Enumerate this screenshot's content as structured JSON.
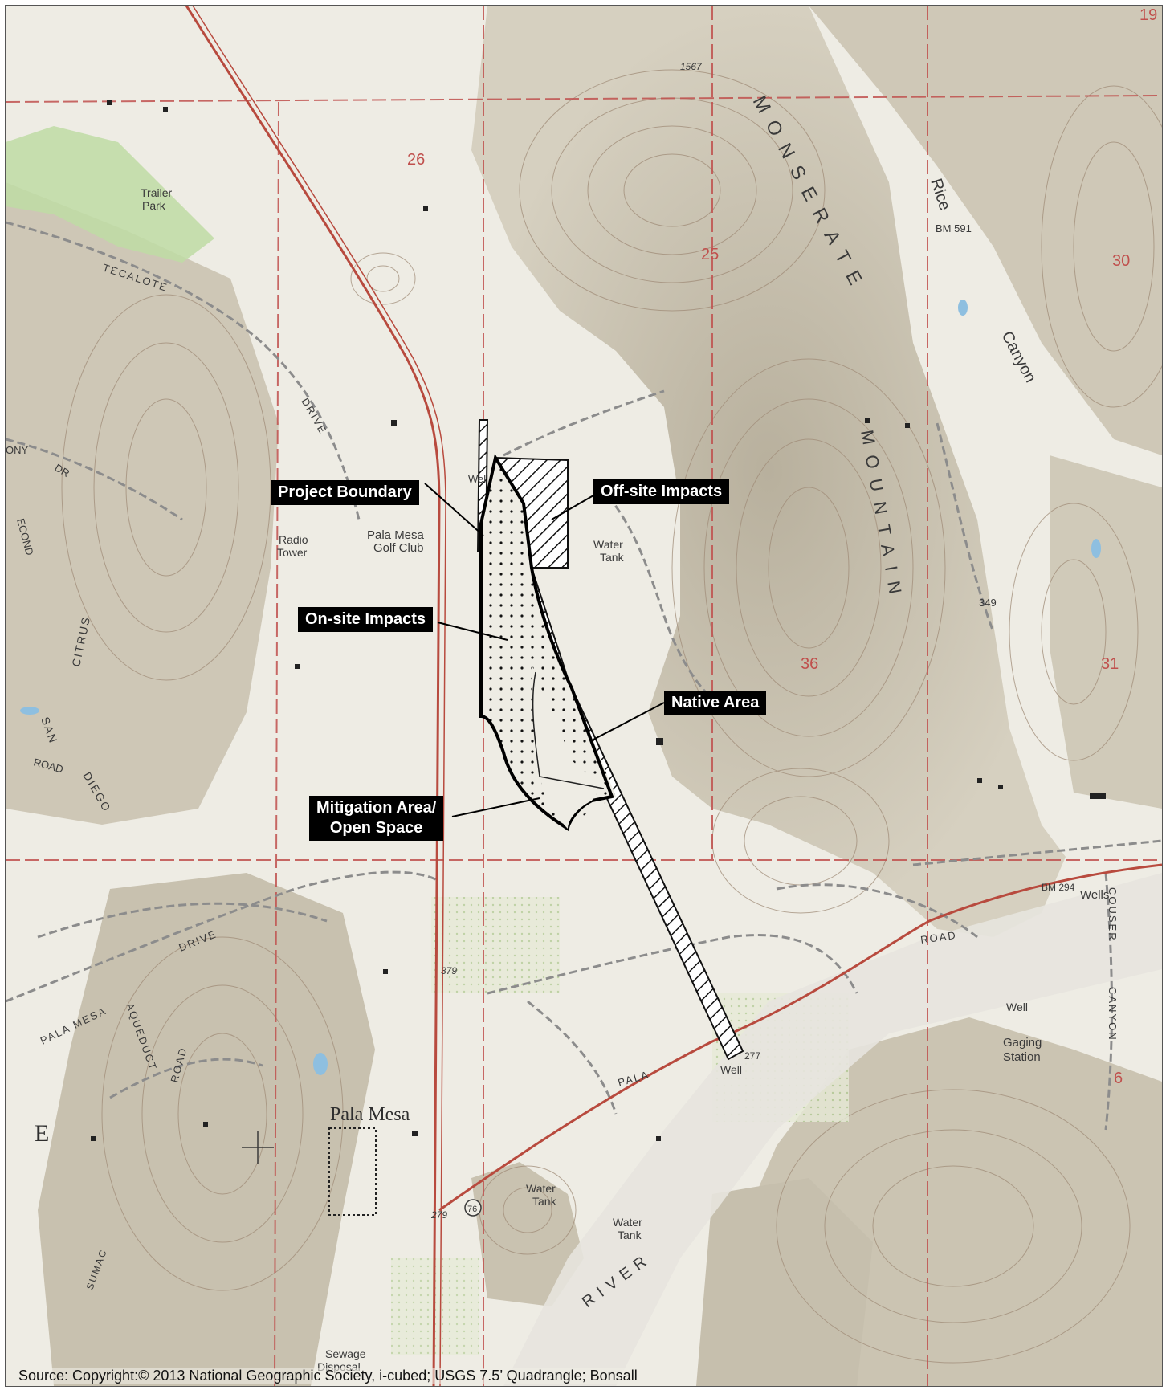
{
  "callouts": {
    "project_boundary": "Project Boundary",
    "offsite_impacts": "Off-site Impacts",
    "onsite_impacts": "On-site Impacts",
    "native_area": "Native Area",
    "mitigation_line1": "Mitigation Area/",
    "mitigation_line2": "Open Space"
  },
  "labels": {
    "monserate": "MONSERATE",
    "mountain": "MOUNTAIN",
    "rice": "Rice",
    "canyon": "Canyon",
    "bm591": "BM 591",
    "elev1567": "1567",
    "trailer": "Trailer",
    "park": "Park",
    "tecalote": "TECALOTE",
    "drive": "DRIVE",
    "pony": "ONY",
    "dr": "DR",
    "econd": "ECOND",
    "citrus": "CITRUS",
    "san": "SAN",
    "road": "ROAD",
    "diego": "DIEGO",
    "radio": "Radio",
    "tower": "Tower",
    "pala_mesa_top": "Pala Mesa",
    "golf_club": "Golf Club",
    "water_tank_1": "Water",
    "tank_1": "Tank",
    "well_top": "Well",
    "elev349": "349",
    "bm294": "BM 294",
    "wells": "Wells",
    "couser": "COUSER",
    "canyon_vertical": "CANYON",
    "road_east": "ROAD",
    "well_east": "Well",
    "gaging": "Gaging",
    "station": "Station",
    "well_south": "Well",
    "elev277": "277",
    "pala_road": "PALA",
    "drive_south": "DRIVE",
    "pala_mesa_drive": "PALA MESA",
    "aqueduct": "AQUEDUCT",
    "road_aq": "ROAD",
    "elev379": "379",
    "pala_mesa_town": "Pala Mesa",
    "water_tank_2": "Water",
    "tank_2": "Tank",
    "water_tank_3": "Water",
    "tank_3": "Tank",
    "route76": "76",
    "elev279": "279",
    "river": "RIVER",
    "sumac": "SUMAC",
    "sewage": "Sewage",
    "disposal": "Disposal",
    "letter_e": "E"
  },
  "sections": {
    "s26": "26",
    "s25": "25",
    "s30": "30",
    "s36": "36",
    "s31": "31",
    "s6": "6",
    "s19": "19"
  },
  "source": "Source: Copyright:© 2013 National Geographic Society, i-cubed; USGS 7.5’ Quadrangle; Bonsall",
  "colors": {
    "base_map": "#eeece4",
    "hills": "#c9c3b3",
    "contour": "#a08c78",
    "grid_red": "#c0504d",
    "roads": "#8c8c8c",
    "highway": "#b84a3e",
    "vegetation": "#bedca4",
    "water": "#8ebfe0",
    "callout_bg": "#000000",
    "callout_text": "#ffffff"
  }
}
